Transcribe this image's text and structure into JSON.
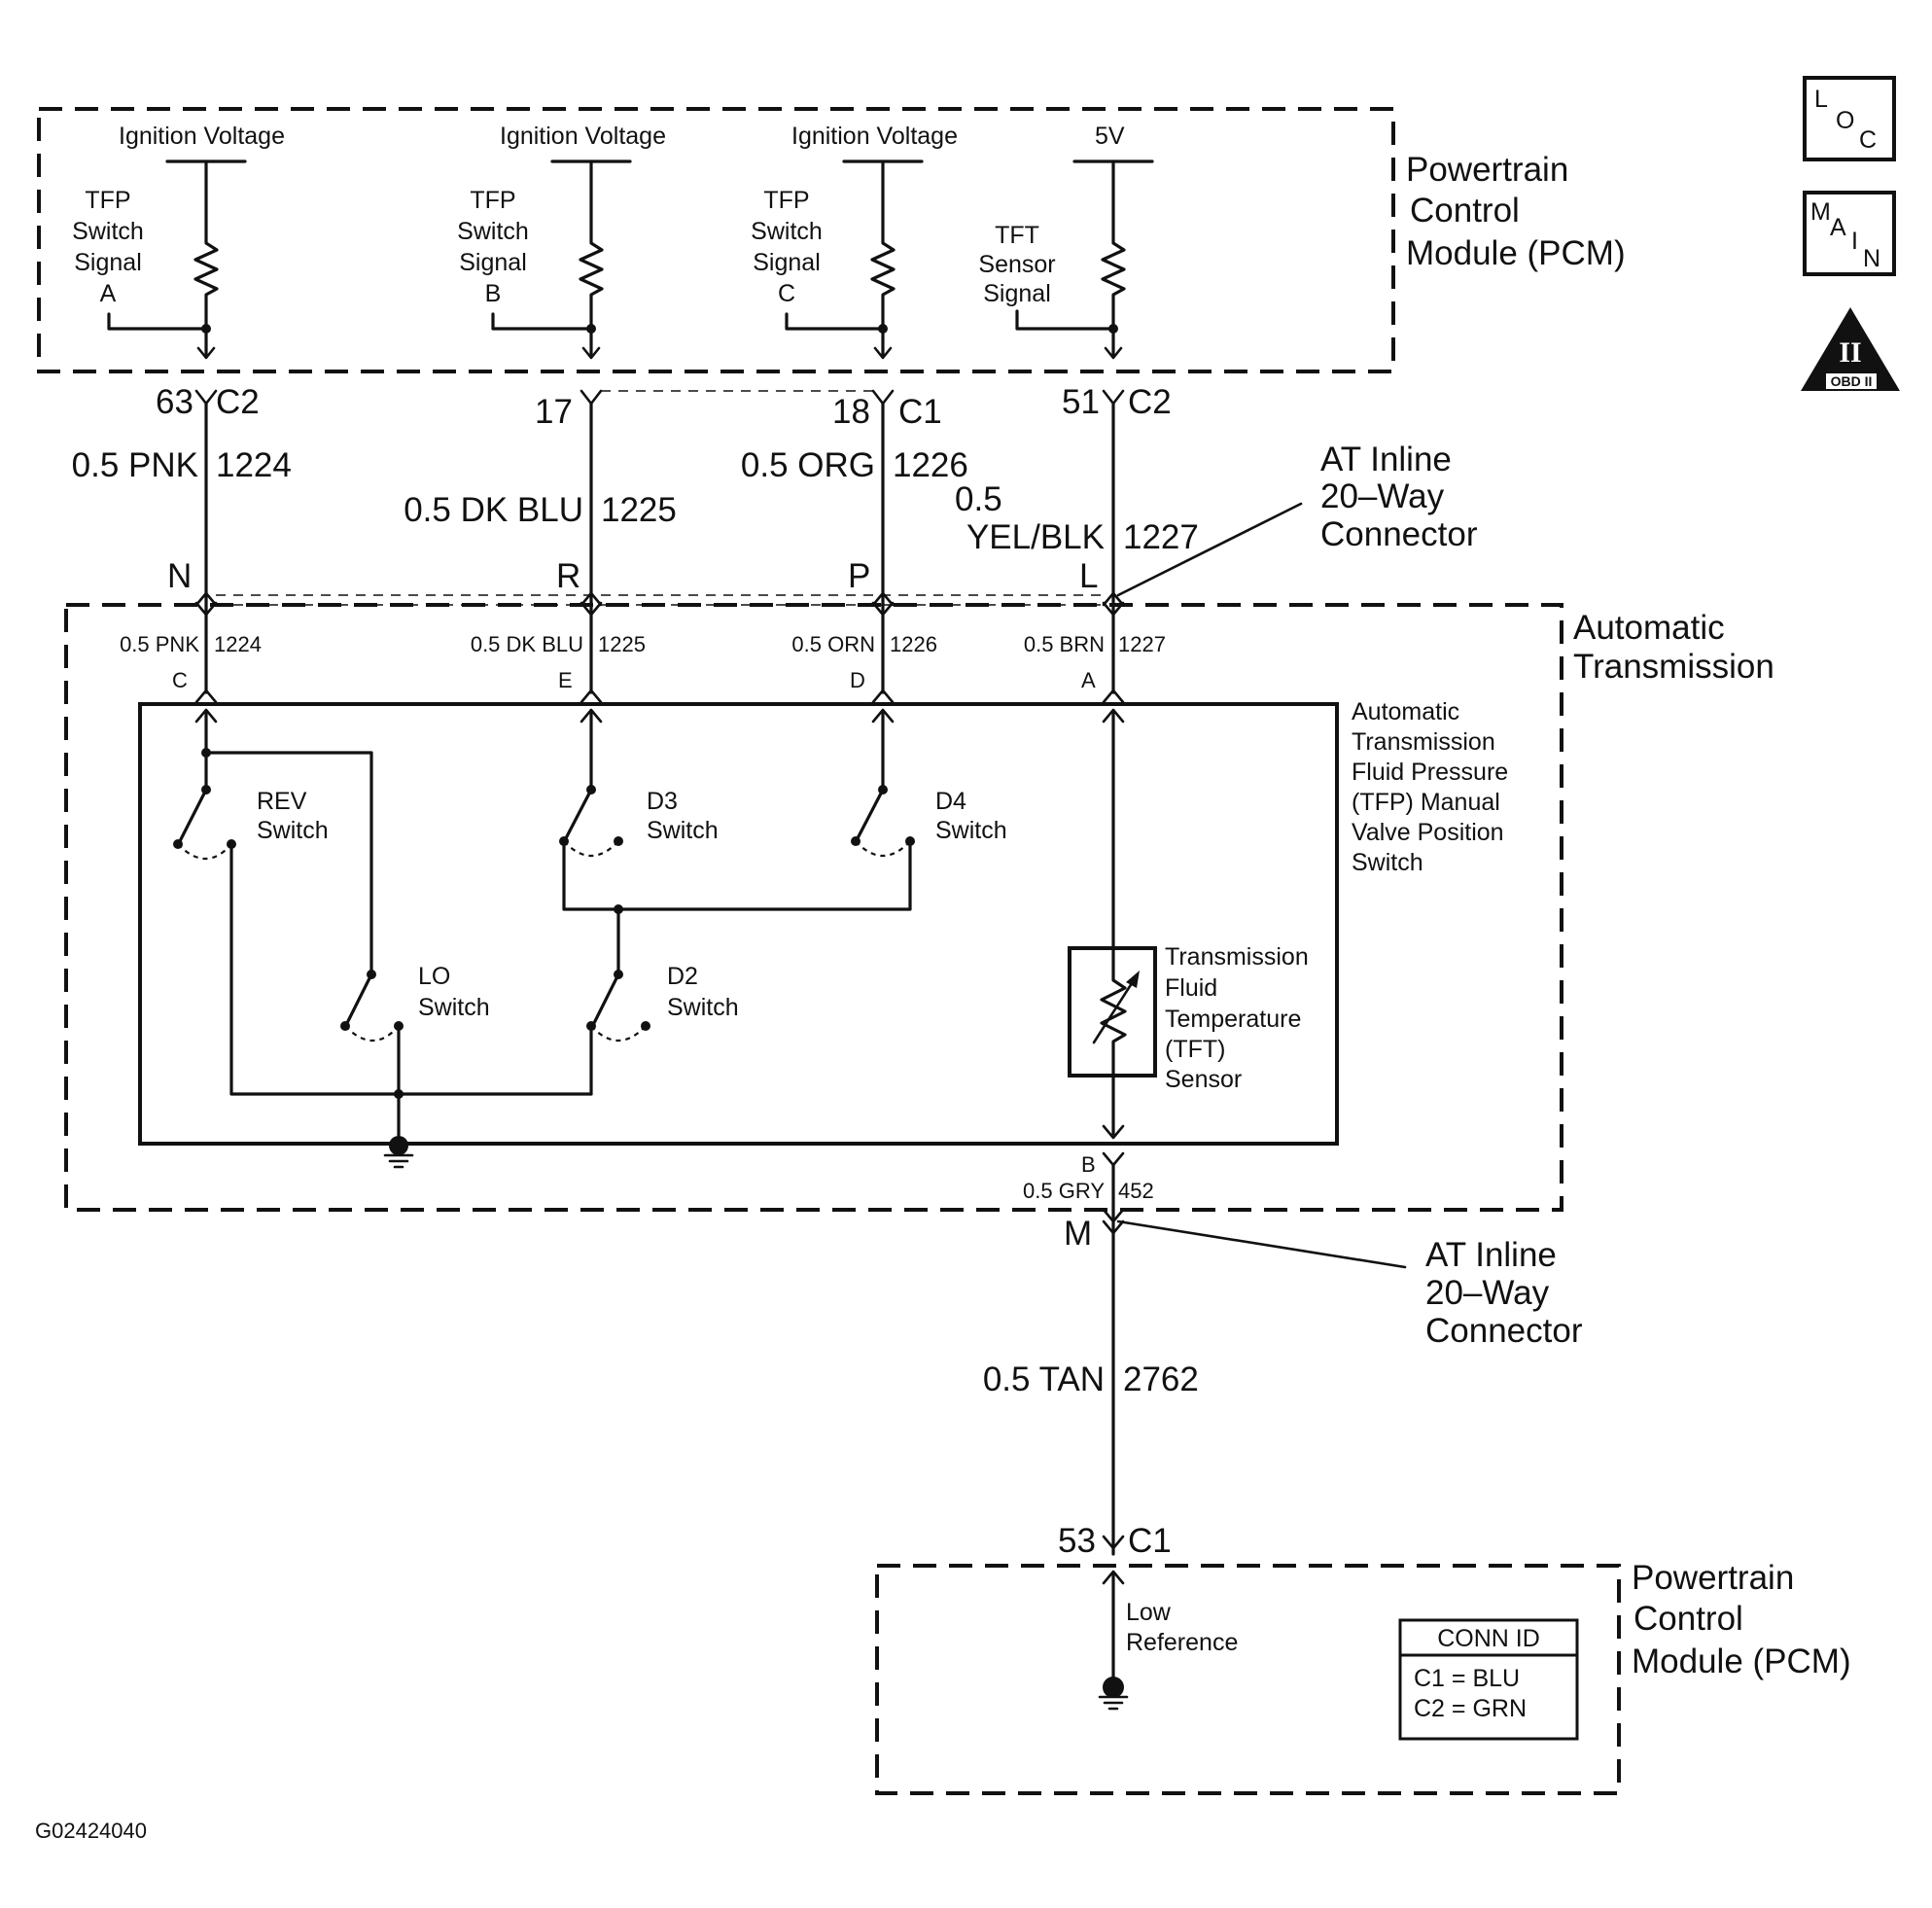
{
  "pcm_top": {
    "title": [
      "Powertrain",
      "Control",
      "Module (PCM)"
    ],
    "circuits": [
      {
        "supply": "Ignition Voltage",
        "signal": [
          "TFP",
          "Switch",
          "Signal",
          "A"
        ],
        "pin": "63",
        "conn": "C2"
      },
      {
        "supply": "Ignition Voltage",
        "signal": [
          "TFP",
          "Switch",
          "Signal",
          "B"
        ],
        "pin": "17",
        "conn": ""
      },
      {
        "supply": "Ignition Voltage",
        "signal": [
          "TFP",
          "Switch",
          "Signal",
          "C"
        ],
        "pin": "18",
        "conn": "C1"
      },
      {
        "supply": "5V",
        "signal": [
          "TFT",
          "Sensor",
          "Signal"
        ],
        "pin": "51",
        "conn": "C2"
      }
    ]
  },
  "icons": {
    "loc": [
      "L",
      "O",
      "C"
    ],
    "main": [
      "M",
      "A",
      "I",
      "N"
    ],
    "obd": {
      "top": "II",
      "bottom": "OBD II"
    }
  },
  "wires_upper": [
    {
      "gauge_color": "0.5 PNK",
      "circuit": "1224",
      "inline_pin": "N"
    },
    {
      "gauge_color": "0.5 DK BLU",
      "circuit": "1225",
      "inline_pin": "R"
    },
    {
      "gauge_color": "0.5 ORG",
      "circuit": "1226",
      "inline_pin": "P"
    },
    {
      "gauge_color": [
        "0.5",
        "YEL/BLK"
      ],
      "circuit": "1227",
      "inline_pin": "L"
    }
  ],
  "inline_connector": {
    "label": [
      "AT Inline",
      "20–Way",
      "Connector"
    ]
  },
  "transmission": {
    "title": [
      "Automatic",
      "Transmission"
    ],
    "wires": [
      {
        "gauge_color": "0.5 PNK",
        "circuit": "1224",
        "pin": "C"
      },
      {
        "gauge_color": "0.5 DK BLU",
        "circuit": "1225",
        "pin": "E"
      },
      {
        "gauge_color": "0.5 ORN",
        "circuit": "1226",
        "pin": "D"
      },
      {
        "gauge_color": "0.5 BRN",
        "circuit": "1227",
        "pin": "A"
      }
    ],
    "tfp_label": [
      "Automatic",
      "Transmission",
      "Fluid Pressure",
      "(TFP) Manual",
      "Valve Position",
      "Switch"
    ],
    "switches": {
      "rev": [
        "REV",
        "Switch"
      ],
      "d3": [
        "D3",
        "Switch"
      ],
      "d4": [
        "D4",
        "Switch"
      ],
      "lo": [
        "LO",
        "Switch"
      ],
      "d2": [
        "D2",
        "Switch"
      ]
    },
    "tft_label": [
      "Transmission",
      "Fluid",
      "Temperature",
      "(TFT)",
      "Sensor"
    ],
    "lower_pin": "B",
    "lower_wire": {
      "gauge_color": "0.5 GRY",
      "circuit": "452"
    }
  },
  "inline_lower": {
    "pin": "M",
    "label": [
      "AT Inline",
      "20–Way",
      "Connector"
    ]
  },
  "return_wire": {
    "gauge_color": "0.5 TAN",
    "circuit": "2762"
  },
  "pcm_bottom": {
    "pin": "53",
    "conn": "C1",
    "ground_label": [
      "Low",
      "Reference"
    ],
    "title": [
      "Powertrain",
      "Control",
      "Module (PCM)"
    ],
    "conn_id": {
      "header": "CONN ID",
      "rows": [
        "C1 = BLU",
        "C2 = GRN"
      ]
    }
  },
  "figure_id": "G02424040"
}
